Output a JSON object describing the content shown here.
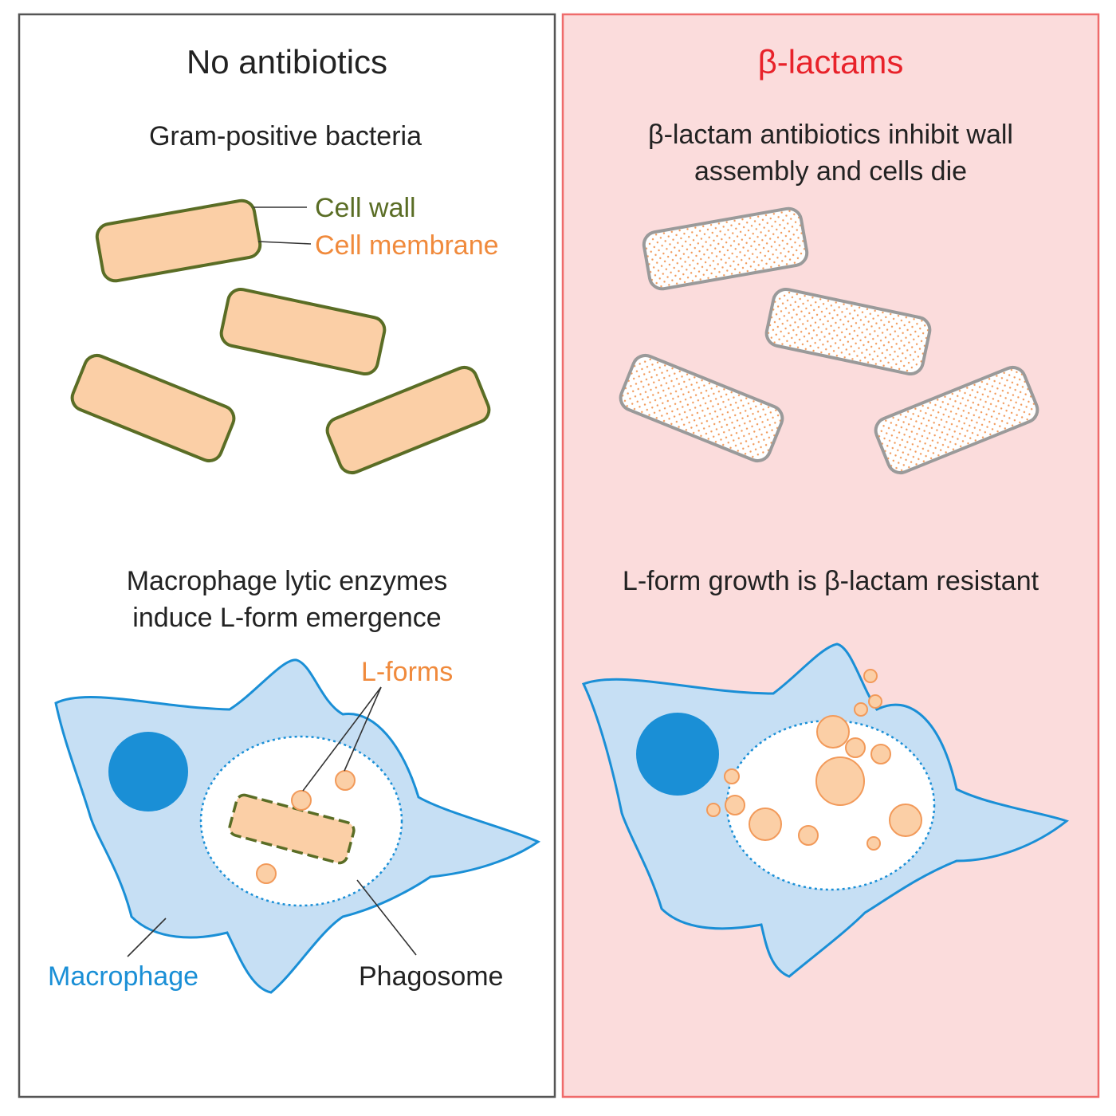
{
  "colors": {
    "left_panel_bg": "#ffffff",
    "left_panel_border": "#555555",
    "right_panel_bg": "#fbdcdc",
    "right_panel_border": "#ef6b6b",
    "title_red": "#e8222a",
    "text_dark": "#222222",
    "cell_fill": "#fbcfa6",
    "cell_wall_green": "#5a6d25",
    "cell_membrane_orange": "#f08a3c",
    "damaged_wall_gray": "#9a9a9a",
    "lform_fill": "#fbcfa6",
    "lform_stroke": "#f29a5a",
    "macrophage_fill": "#c6dff4",
    "macrophage_stroke": "#1a8fd6",
    "nucleus": "#1a8fd6"
  },
  "left": {
    "title": "No antibiotics",
    "subtitle": "Gram-positive bacteria",
    "label_cell_wall": "Cell wall",
    "label_cell_membrane": "Cell membrane",
    "caption_line1": "Macrophage lytic enzymes",
    "caption_line2": "induce L-form emergence",
    "label_lforms": "L-forms",
    "label_macrophage": "Macrophage",
    "label_phagosome": "Phagosome"
  },
  "right": {
    "title": "β-lactams",
    "subtitle_line1": "β-lactam antibiotics inhibit wall",
    "subtitle_line2": "assembly and cells die",
    "caption": "L-form growth is β-lactam resistant"
  }
}
